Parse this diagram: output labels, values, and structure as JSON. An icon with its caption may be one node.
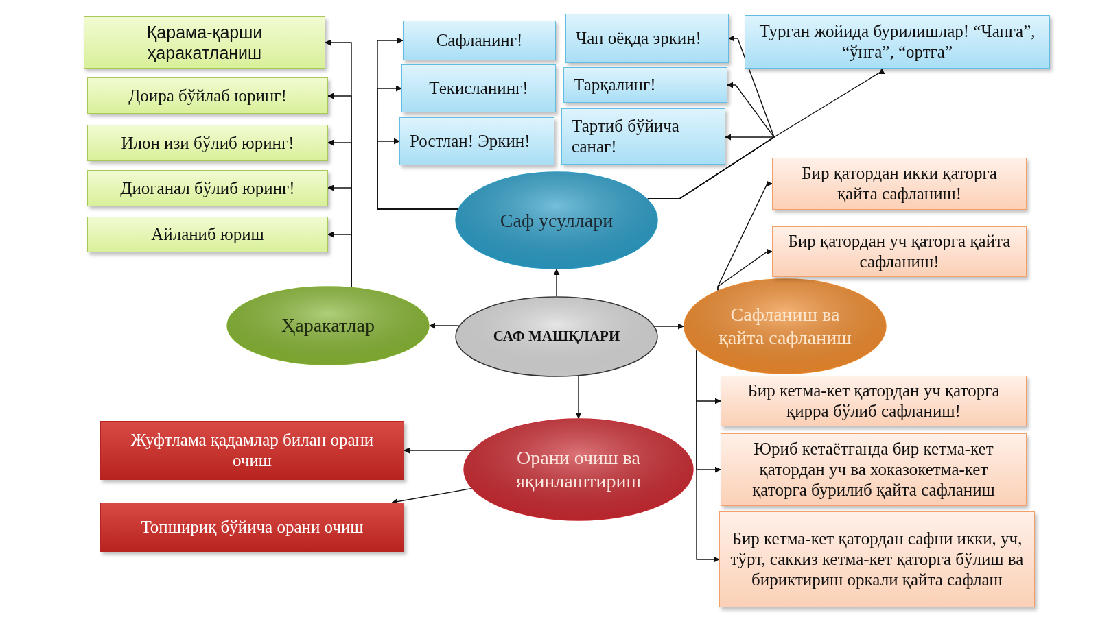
{
  "diagram": {
    "nodes": [
      {
        "text": [
          "САФ МАШҚЛАРИ"
        ]
      },
      {
        "text": [
          "Саф усуллари"
        ]
      },
      {
        "text": [
          "Ҳаракатлар"
        ]
      },
      {
        "text": [
          "Сафланиш ва қайта сафланиш"
        ]
      },
      {
        "text": [
          "Орани очиш ва яқинлаштириш"
        ]
      },
      {
        "text": [
          "Қарама-қарши ҳаракатланиш"
        ]
      },
      {
        "text": [
          "Доира бўйлаб юринг!"
        ]
      },
      {
        "text": [
          "Илон изи бўлиб юринг!"
        ]
      },
      {
        "text": [
          "Диоганал бўлиб юринг!"
        ]
      },
      {
        "text": [
          "Айланиб юриш"
        ]
      },
      {
        "text": [
          "Сафланинг!"
        ]
      },
      {
        "text": [
          "Текисланинг!"
        ]
      },
      {
        "text": [
          "Ростлан! Эркин!"
        ]
      },
      {
        "text": [
          "Чап оёқда эркин!"
        ]
      },
      {
        "text": [
          "Тарқалинг!"
        ]
      },
      {
        "text": [
          "Тартиб бўйича санаг!"
        ]
      },
      {
        "text": [
          "Турган жойида бурилишлар! “Чапга”, “ўнга”, “ортга”"
        ]
      },
      {
        "text": [
          "Бир қатордан икки қаторга қайта сафланиш!"
        ]
      },
      {
        "text": [
          "Бир қатордан уч қаторга қайта сафланиш!"
        ]
      },
      {
        "text": [
          "Бир кетма-кет қатордан уч қаторга қирра бўлиб сафланиш!"
        ]
      },
      {
        "text": [
          "Юриб кетаётганда бир кетма-кет қатордан уч ва хоказокетма-кет қаторга бурилиб қайта сафланиш"
        ]
      },
      {
        "text": [
          "Бир кетма-кет  қатордан сафни икки, уч, тўрт, саккиз кетма-кет қаторга бўлиш ва бириктириш оркали қайта сафлаш"
        ]
      },
      {
        "text": [
          "Жуфтлама қадамлар билан орани очиш"
        ]
      },
      {
        "text": [
          "Топшириқ бўйича орани очиш"
        ]
      }
    ],
    "edges": [
      {
        "from": 0,
        "to": 1,
        "arrow": "to"
      },
      {
        "from": 0,
        "to": 2,
        "arrow": "to"
      },
      {
        "from": 0,
        "to": 3,
        "arrow": "to"
      },
      {
        "from": 0,
        "to": 4,
        "arrow": "to"
      },
      {
        "from": 2,
        "to": 5,
        "arrow": "to"
      },
      {
        "from": 2,
        "to": 6,
        "arrow": "to"
      },
      {
        "from": 2,
        "to": 7,
        "arrow": "to"
      },
      {
        "from": 2,
        "to": 8,
        "arrow": "to"
      },
      {
        "from": 2,
        "to": 9,
        "arrow": "to"
      },
      {
        "from": 1,
        "to": 10,
        "arrow": "to"
      },
      {
        "from": 1,
        "to": 11,
        "arrow": "to"
      },
      {
        "from": 1,
        "to": 12,
        "arrow": "to"
      },
      {
        "from": 1,
        "to": 13,
        "arrow": "to"
      },
      {
        "from": 1,
        "to": 14,
        "arrow": "to"
      },
      {
        "from": 1,
        "to": 15,
        "arrow": "to"
      },
      {
        "from": 1,
        "to": 16,
        "arrow": "to"
      },
      {
        "from": 3,
        "to": 17,
        "arrow": "to"
      },
      {
        "from": 3,
        "to": 18,
        "arrow": "to"
      },
      {
        "from": 3,
        "to": 19,
        "arrow": "to"
      },
      {
        "from": 3,
        "to": 20,
        "arrow": "to"
      },
      {
        "from": 3,
        "to": 21,
        "arrow": "to"
      },
      {
        "from": 4,
        "to": 22,
        "arrow": "to"
      },
      {
        "from": 4,
        "to": 23,
        "arrow": "to"
      }
    ]
  }
}
